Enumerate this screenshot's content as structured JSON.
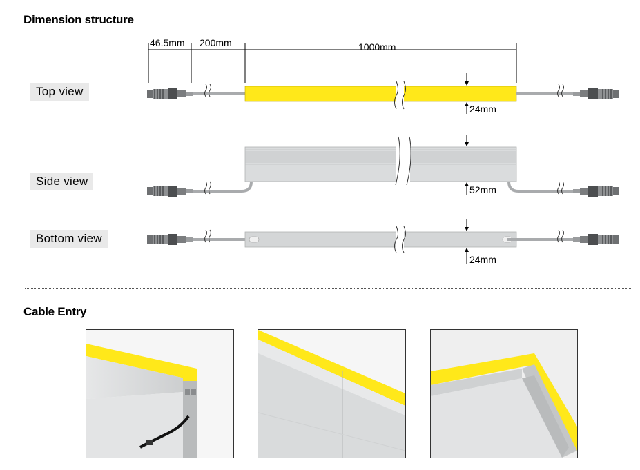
{
  "section_dimension": {
    "title": "Dimension structure"
  },
  "dimensions": {
    "connector_length": "46.5mm",
    "cable_length": "200mm",
    "body_length": "1000mm",
    "top_width": "24mm",
    "side_height": "52mm",
    "bottom_width": "24mm"
  },
  "views": {
    "top": "Top view",
    "side": "Side view",
    "bottom": "Bottom view"
  },
  "section_cable": {
    "title": "Cable Entry"
  },
  "colors": {
    "led_yellow": "#ffe81a",
    "aluminum": "#d4d6d7",
    "cable": "#a9abad",
    "line": "#000000"
  },
  "icons": [
    "connector-plug-icon",
    "cable-break-icon"
  ]
}
